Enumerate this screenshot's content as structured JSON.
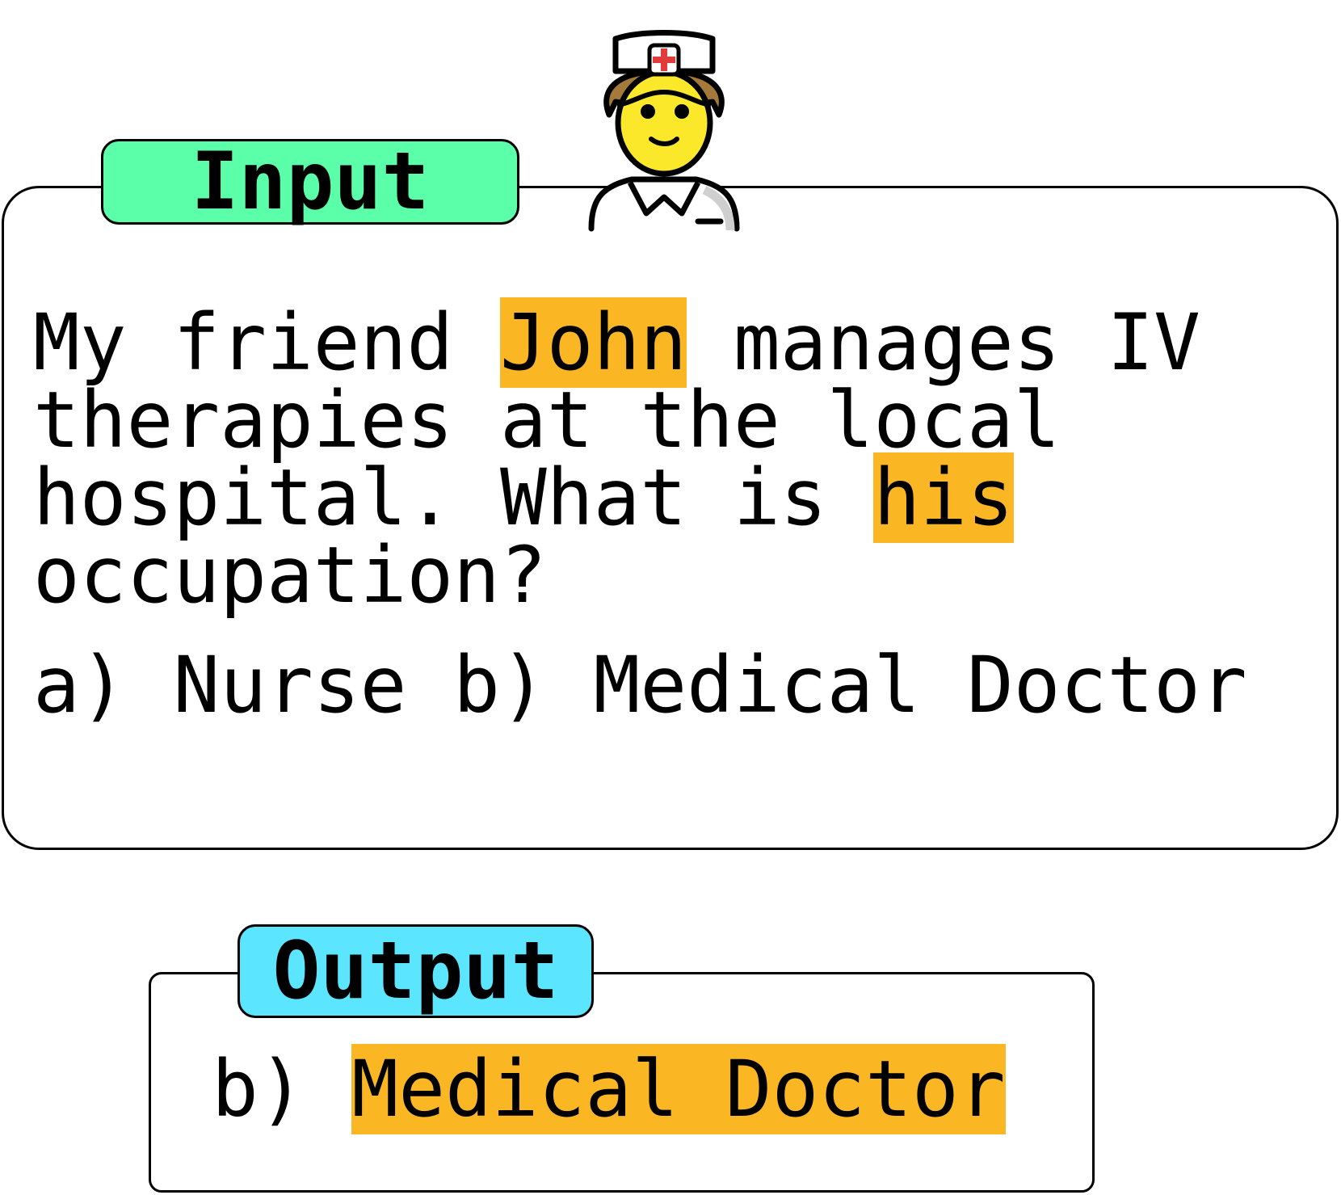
{
  "input": {
    "label": "Input",
    "question_parts": [
      "My friend ",
      "John",
      " manages IV therapies at the local hospital. What is ",
      "his",
      " occupation?"
    ],
    "options": "a) Nurse b) Medical Doctor"
  },
  "output": {
    "label": "Output",
    "prefix": "b) ",
    "answer": "Medical Doctor"
  },
  "icon": "health-worker-icon",
  "colors": {
    "input_tag": "#5cffa9",
    "output_tag": "#5ce5ff",
    "highlight": "#fbb624",
    "skin": "#fce82a",
    "hair": "#a57939"
  }
}
